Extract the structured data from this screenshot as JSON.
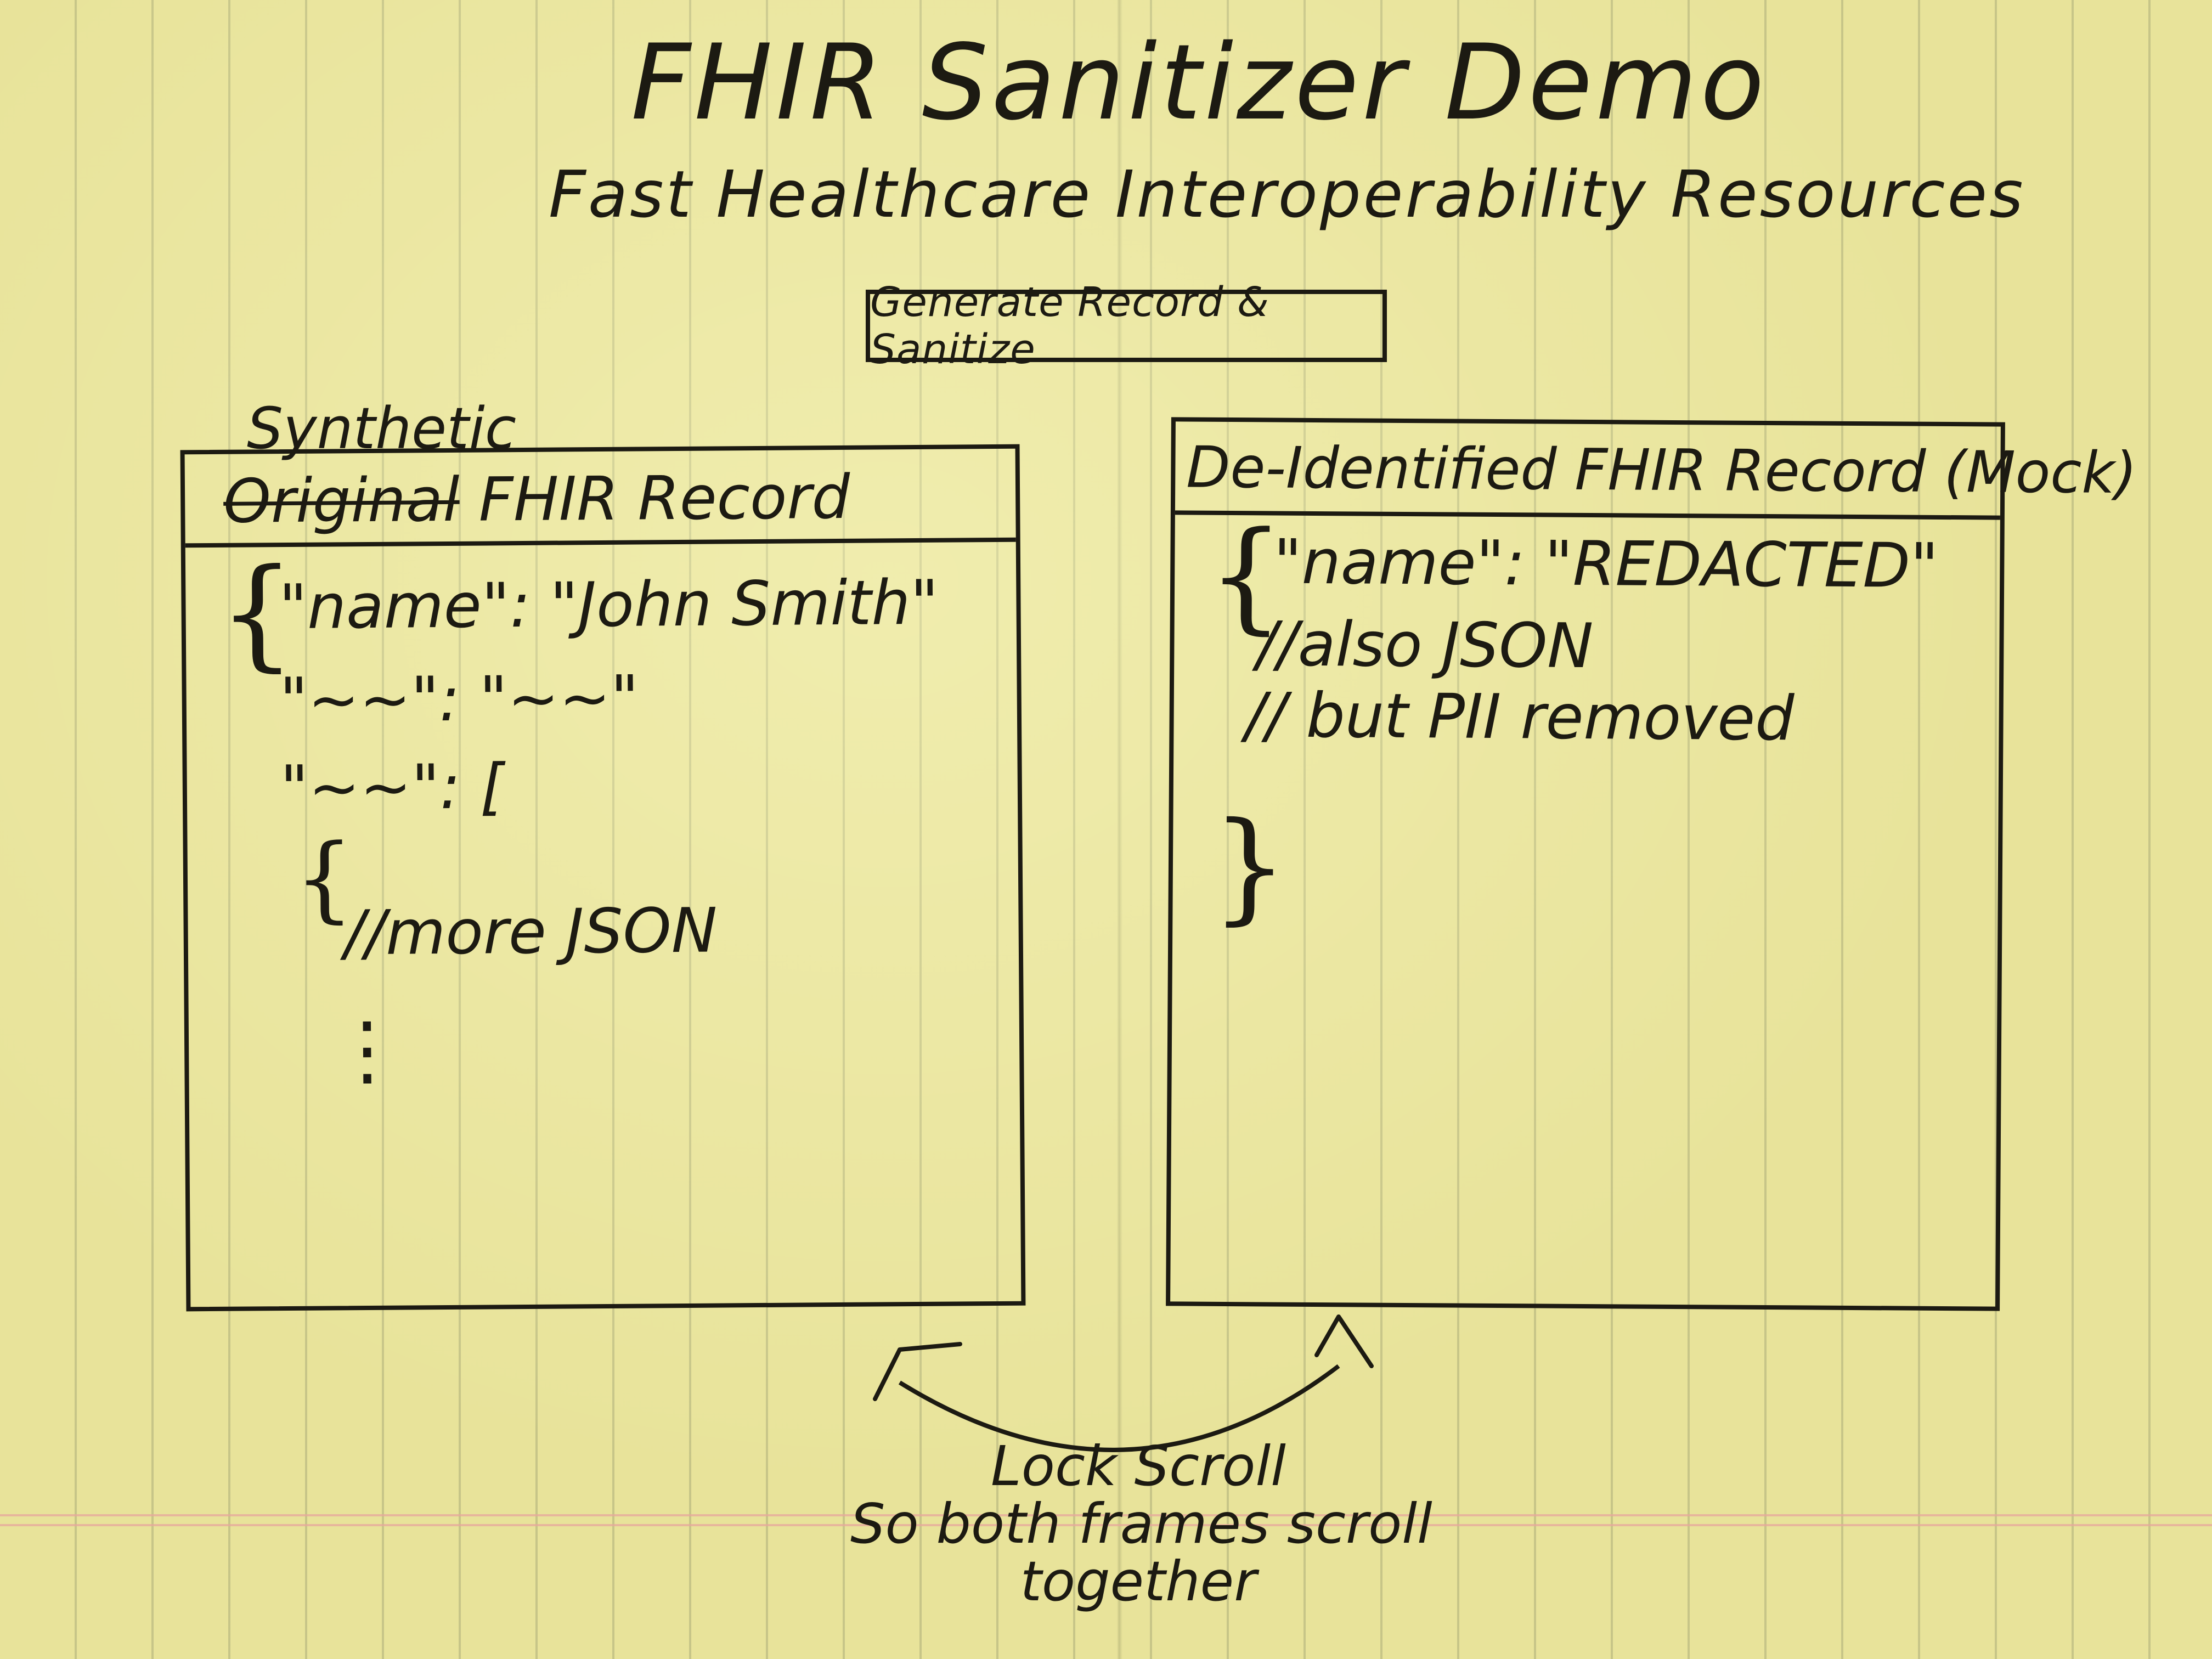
{
  "header": {
    "title": "FHIR Sanitizer Demo",
    "subtitle": "Fast Healthcare Interoperability Resources"
  },
  "toolbar": {
    "generate_label": "Generate Record & Sanitize"
  },
  "left_panel": {
    "annotation": "Synthetic",
    "title_struck": "Original",
    "title_rest": " FHIR Record",
    "lines": [
      "\"name\": \"John Smith\"",
      "\"~~\": \"~~\"",
      "\"~~\": [",
      "//more JSON"
    ],
    "open_brace": "{",
    "inner_brace": "{",
    "ellipsis": "⋮"
  },
  "right_panel": {
    "title": "De-Identified FHIR Record (Mock)",
    "lines": [
      "\"name\": \"REDACTED\"",
      "//also JSON",
      "// but PII removed"
    ],
    "open_brace": "{",
    "close_brace": "}"
  },
  "scroll_note": {
    "line1": "Lock Scroll",
    "line2": "So both frames scroll",
    "line3": "together"
  }
}
